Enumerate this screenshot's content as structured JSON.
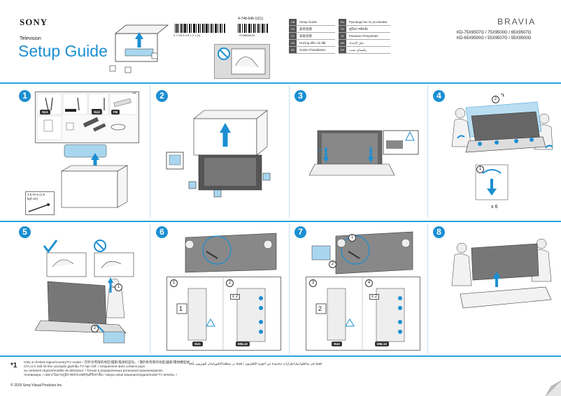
{
  "header": {
    "brand": "SONY",
    "category": "Television",
    "title": "Setup Guide",
    "part_number": "4-748-646-12(1)",
    "barcode_left_digits": "4 7 4 8 6 4 6 1 2 1 (1)",
    "barcode_right_digits": "4748646120",
    "languages_left": [
      {
        "code": "GB",
        "label": "Setup Guide"
      },
      {
        "code": "CS",
        "label": "安装指南"
      },
      {
        "code": "CT",
        "label": "安裝指南"
      },
      {
        "code": "VN",
        "label": "Hướng dẫn cài đặt"
      },
      {
        "code": "FR",
        "label": "Guide d'installation"
      }
    ],
    "languages_right": [
      {
        "code": "RU",
        "label": "Руководство по установке"
      },
      {
        "code": "TH",
        "label": "คู่มือการติดตั้ง"
      },
      {
        "code": "ID",
        "label": "Panduan Penyetelan"
      },
      {
        "code": "AR",
        "label": "دليل الإعداد"
      },
      {
        "code": "PR",
        "label": "راهنمای نصب"
      }
    ],
    "product_line": "BRAVIA",
    "models_line1": "KD-75X9507G / 75X9500G / 65X9507G",
    "models_line2": "KD-65X9500G / 55X9507G / 55X9500G"
  },
  "steps": [
    {
      "number": "1",
      "star": "*1",
      "torque": "1.5 N·m (1.5 kgf·cm)",
      "parts_labels": [
        "SU1",
        "SU2",
        "FB"
      ]
    },
    {
      "number": "2"
    },
    {
      "number": "3"
    },
    {
      "number": "4",
      "callout": "2",
      "star": "*1",
      "callout2": "1",
      "count": "x 6"
    },
    {
      "number": "5",
      "callout1": "1",
      "callout2": "2"
    },
    {
      "number": "6",
      "sub1": "1",
      "sub2": "2",
      "multiplier": "x 2",
      "tag1": "SU1",
      "tag2": "M5L12",
      "badge": "1"
    },
    {
      "number": "7",
      "callout1": "1",
      "callout2": "2",
      "sub1": "3",
      "sub2": "4",
      "multiplier": "x 2",
      "tag1": "SU2",
      "tag2": "M5L12",
      "badge": "2"
    },
    {
      "number": "8"
    }
  ],
  "footnote": {
    "mark": "*1",
    "text_line1": "Only on limited region/country/TV model. / 仅针对有限的地区/国家/电视机型号。/ 僅針對有限的地區/國家/電視機型號。/",
    "text_line2": "Chỉ có ở một số khu vực/quốc gia/mẫu TV hạn chế. / Uniquement dans certains pays",
    "text_line3": "ou certaines régions/modèle de téléviseur. / Только в определенных регионах/странах/моделях",
    "text_line4": "телевизора. / เฉพาะในบางภูมิภาค/ประเทศ/รุ่นทีวีเท่านั้น / Hanya untuk kawasan/negara/model TV tertentu. /",
    "arabic": "فقط في مناطق/دول/طرازات محدودة من أجهزة التلفزيون / فقط در منطقه/کشور/مدل تلویزیون محدود"
  },
  "copyright": "© 2019 Sony Visual Products Inc."
}
